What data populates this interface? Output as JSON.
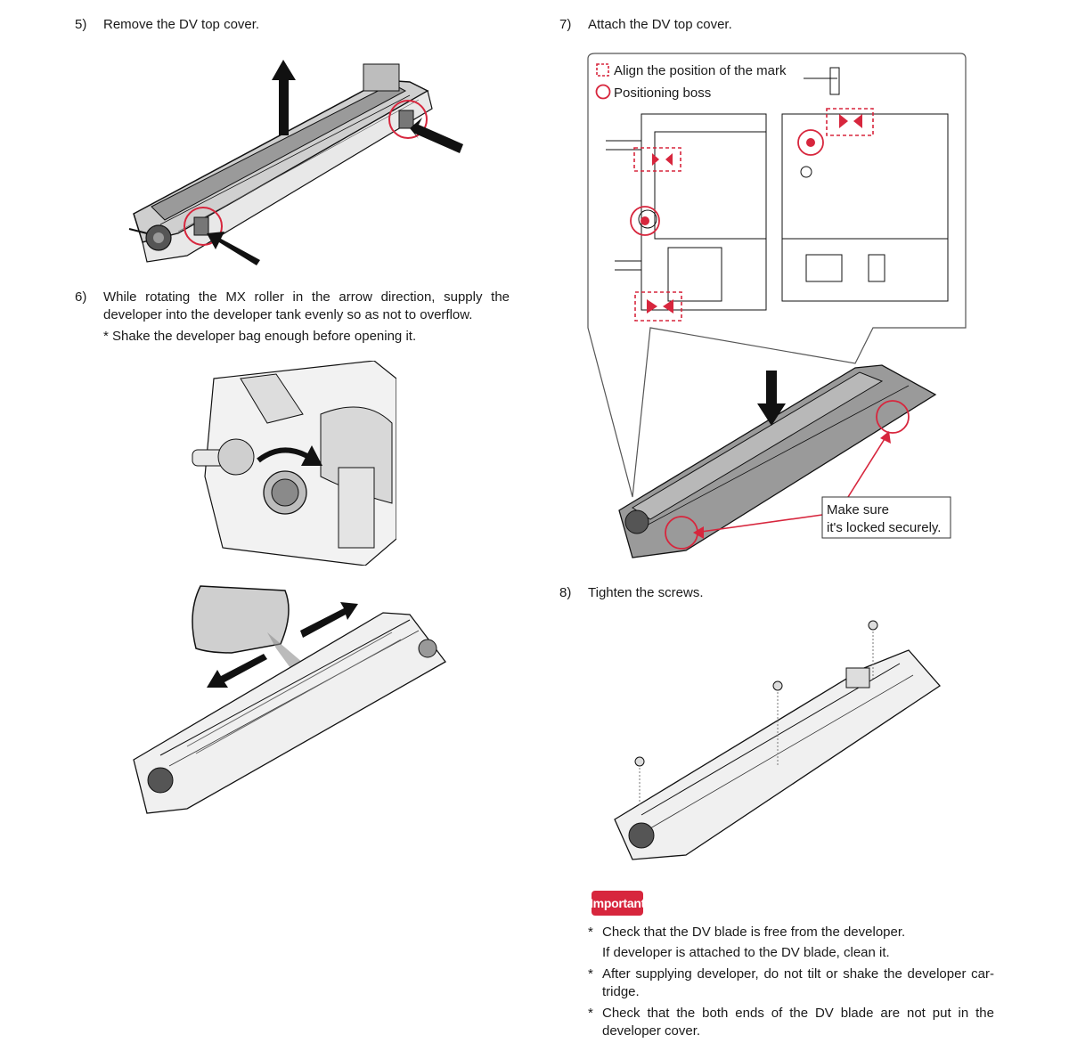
{
  "steps": {
    "s5": {
      "num": "5)",
      "text": "Remove the DV top cover."
    },
    "s6": {
      "num": "6)",
      "line1": "While rotating the MX roller in the arrow direction, supply the",
      "line2": "developer into the developer tank evenly so as not to overflow.",
      "note": "* Shake the developer bag enough before opening it."
    },
    "s7": {
      "num": "7)",
      "text": "Attach the DV top cover."
    },
    "s8": {
      "num": "8)",
      "text": "Tighten the screws."
    }
  },
  "figure7": {
    "legend_mark": "Align the position of the mark",
    "legend_boss": "Positioning boss",
    "callout_line1": "Make sure",
    "callout_line2": "it's locked securely."
  },
  "important": {
    "badge": "Important",
    "notes": [
      {
        "line1": "Check that the DV blade is free from the developer.",
        "line2": "If developer is attached to the DV blade, clean it."
      },
      {
        "line1": "After supplying developer, do not tilt or shake the developer car-",
        "line2": "tridge."
      },
      {
        "line1": "Check that the both ends of the DV blade are not put in the",
        "line2": "developer cover."
      }
    ]
  },
  "colors": {
    "accent_red": "#d7263d",
    "line": "#1a1a1a"
  }
}
